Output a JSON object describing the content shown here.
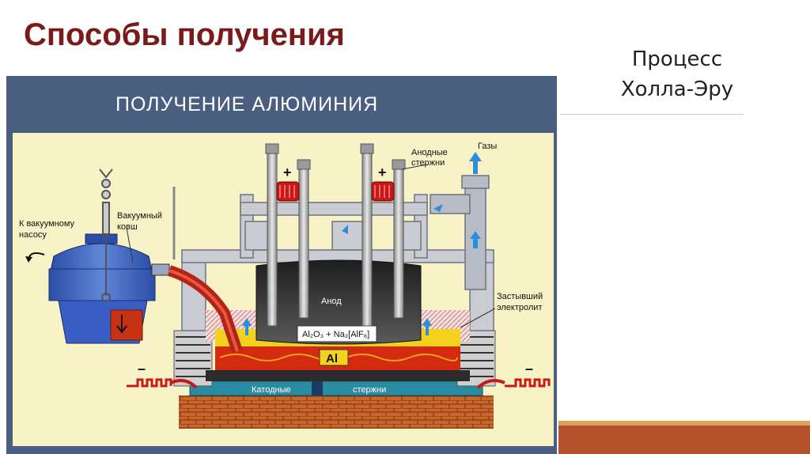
{
  "slide": {
    "title": "Способы получения",
    "subtitle_line1": "Процесс",
    "subtitle_line2": "Холла-Эру"
  },
  "diagram": {
    "heading": "ПОЛУЧЕНИЕ АЛЮМИНИЯ",
    "labels": {
      "vacuum_pump_1": "К вакуумному",
      "vacuum_pump_2": "насосу",
      "vacuum_ladle_1": "Вакуумный",
      "vacuum_ladle_2": "ковш",
      "anode_rods_1": "Анодные",
      "anode_rods_2": "стержни",
      "gases": "Газы",
      "frozen_electrolyte_1": "Застывший",
      "frozen_electrolyte_2": "электролит",
      "anode": "Анод",
      "electrolyte_formula": "Al₂O₃ + Na₃[AlF₆]",
      "aluminium": "Al",
      "cathode_rods_1": "Катодные",
      "cathode_rods_2": "стержни",
      "plus_left": "+",
      "plus_right": "+",
      "minus_left": "–",
      "minus_right": "–"
    }
  },
  "colors": {
    "title": "#7a1a1a",
    "frame": "#4a5f7f",
    "panel": "#f7f3c6",
    "molten_al": "#d42a10",
    "electrolyte": "#f2d21e",
    "anode": "#3a3a3a",
    "brick": "#c8662e",
    "accent_bar": "#b4522d"
  }
}
